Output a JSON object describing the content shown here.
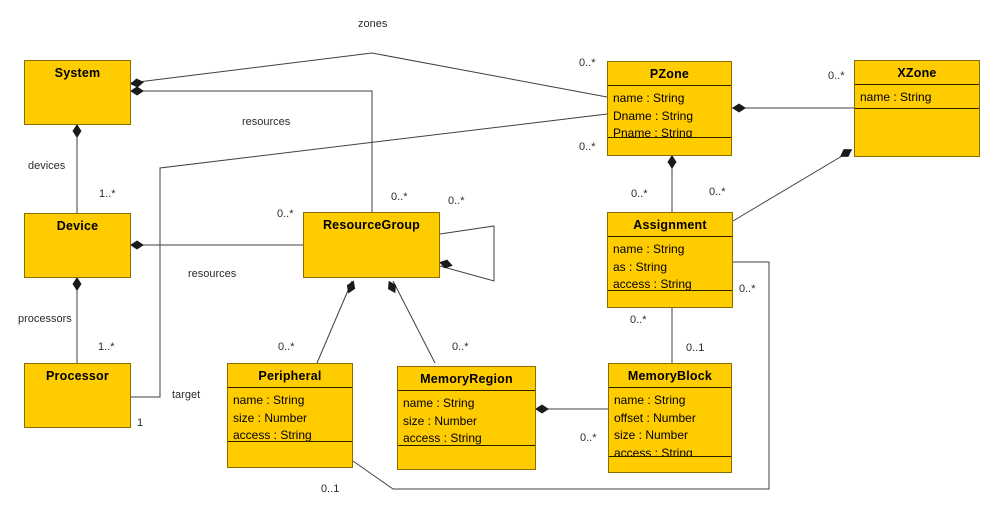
{
  "diagram": {
    "kind": "uml-class-diagram",
    "colors": {
      "class_fill": "#FFCC00",
      "class_border": "#8A6D00",
      "separator": "#262000",
      "edge_line": "#404040",
      "diamond_fill": "#1A1A1A",
      "background": "#FFFFFF",
      "text": "#000000"
    }
  },
  "classes": {
    "system": {
      "name": "System",
      "attributes": []
    },
    "device": {
      "name": "Device",
      "attributes": []
    },
    "processor": {
      "name": "Processor",
      "attributes": []
    },
    "resource_group": {
      "name": "ResourceGroup",
      "attributes": []
    },
    "peripheral": {
      "name": "Peripheral",
      "attributes": [
        "name : String",
        "size : Number",
        "access : String"
      ]
    },
    "memory_region": {
      "name": "MemoryRegion",
      "attributes": [
        "name : String",
        "size : Number",
        "access : String"
      ]
    },
    "memory_block": {
      "name": "MemoryBlock",
      "attributes": [
        "name : String",
        "offset : Number",
        "size : Number",
        "access : String"
      ]
    },
    "assignment": {
      "name": "Assignment",
      "attributes": [
        "name : String",
        "as : String",
        "access : String"
      ]
    },
    "pzone": {
      "name": "PZone",
      "attributes": [
        "name : String",
        "Dname : String",
        "Pname : String"
      ]
    },
    "xzone": {
      "name": "XZone",
      "attributes": [
        "name : String"
      ]
    }
  },
  "labels": {
    "zones_role": "zones",
    "devices_role": "devices",
    "processors_role": "processors",
    "resources_role_system": "resources",
    "resources_role_device": "resources",
    "target_role": "target",
    "mult_device_end": "1..*",
    "mult_processor_end": "1..*",
    "mult_target_processor_end": "1",
    "mult_rg_from_system": "0..*",
    "mult_rg_from_device": "0..*",
    "mult_rg_self": "0..*",
    "mult_peripheral_from_rg": "0..*",
    "mult_memory_region_from_rg": "0..*",
    "mult_pzone_zones_end": "0..*",
    "mult_pzone_target_end": "0..*",
    "mult_xzone_from_pzone": "0..*",
    "mult_assignment_from_pzone": "0..*",
    "mult_assignment_from_xzone": "0..*",
    "mult_assignment_peripheral_assoc": "0..*",
    "mult_assignment_memoryblock_assoc": "0..*",
    "mult_memoryblock_from_assignment": "0..1",
    "mult_memoryblock_from_region": "0..*",
    "mult_peripheral_from_assignment": "0..1"
  },
  "relationships": [
    {
      "whole": "System",
      "part": "Device",
      "type": "composition",
      "role": "devices",
      "part_multiplicity": "1..*"
    },
    {
      "whole": "Device",
      "part": "Processor",
      "type": "composition",
      "role": "processors",
      "part_multiplicity": "1..*"
    },
    {
      "whole": "System",
      "part": "PZone",
      "type": "composition",
      "role": "zones",
      "part_multiplicity": "0..*"
    },
    {
      "whole": "System",
      "part": "ResourceGroup",
      "type": "composition",
      "role": "resources",
      "part_multiplicity": "0..*"
    },
    {
      "whole": "Device",
      "part": "ResourceGroup",
      "type": "composition",
      "role": "resources",
      "part_multiplicity": "0..*"
    },
    {
      "whole": "ResourceGroup",
      "part": "ResourceGroup",
      "type": "composition",
      "part_multiplicity": "0..*"
    },
    {
      "whole": "ResourceGroup",
      "part": "Peripheral",
      "type": "composition",
      "part_multiplicity": "0..*"
    },
    {
      "whole": "ResourceGroup",
      "part": "MemoryRegion",
      "type": "composition",
      "part_multiplicity": "0..*"
    },
    {
      "whole": "PZone",
      "part": "XZone",
      "type": "composition",
      "part_multiplicity": "0..*"
    },
    {
      "whole": "PZone",
      "part": "Assignment",
      "type": "composition",
      "part_multiplicity": "0..*"
    },
    {
      "whole": "XZone",
      "part": "Assignment",
      "type": "composition",
      "part_multiplicity": "0..*"
    },
    {
      "whole": "MemoryRegion",
      "part": "MemoryBlock",
      "type": "composition",
      "part_multiplicity": "0..*"
    },
    {
      "end1": "PZone",
      "end2": "Processor",
      "type": "association",
      "role": "target",
      "end2_multiplicity": "1",
      "end1_multiplicity": "0..*"
    },
    {
      "end1": "Assignment",
      "end2": "MemoryBlock",
      "type": "association",
      "end1_multiplicity": "0..*",
      "end2_multiplicity": "0..1"
    },
    {
      "end1": "Assignment",
      "end2": "Peripheral",
      "type": "association",
      "end1_multiplicity": "0..*",
      "end2_multiplicity": "0..1"
    }
  ]
}
